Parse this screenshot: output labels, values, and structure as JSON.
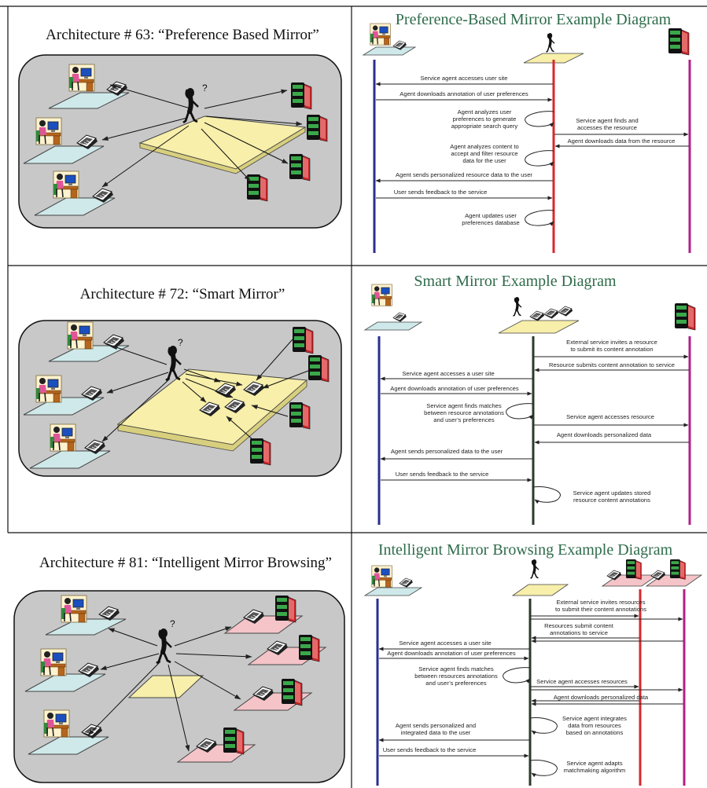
{
  "colors": {
    "title_green": "#2e6b4a",
    "user_line": "#2a2f8f",
    "service_line_red": "#d8282c",
    "service_line_dark": "#2c3a2c",
    "resource_line": "#b0208a",
    "platform_yellow": "#f7efaa",
    "platform_teal": "#cfe9ea",
    "platform_pink": "#f4c4c8",
    "panel_gray": "#c8c8c8"
  },
  "rows": [
    {
      "architecture_title": "Architecture # 63: “Preference Based Mirror”",
      "diagram_title": "Preference-Based Mirror Example Diagram",
      "messages": [
        "Service agent accesses user site",
        "Agent downloads annotation of user preferences",
        "Agent analyzes user",
        "preferences to generate",
        "appropriate search query",
        "Service agent finds and",
        "accesses the resource",
        "Agent downloads data from the resource",
        "Agent analyzes content to",
        "accept and filter resource",
        "data for the user",
        "Agent sends personalized resource data to the user",
        "User sends feedback to the service",
        "Agent updates user",
        "preferences database"
      ]
    },
    {
      "architecture_title": "Architecture # 72: “Smart Mirror”",
      "diagram_title": "Smart Mirror Example Diagram",
      "messages": [
        "External service invites a resource",
        "to submit its content annotation",
        "Resource submits content annotation to service",
        "Service agent accesses a user site",
        "Agent downloads annotation of user preferences",
        "Service agent finds matches",
        "between resource annotations",
        "and user’s preferences",
        "Service agent accesses resource",
        "Agent downloads personalized data",
        "Agent sends personalized data to the user",
        "User sends feedback to the service",
        "Service agent updates stored",
        "resource content annotations"
      ]
    },
    {
      "architecture_title": "Architecture # 81: “Intelligent Mirror Browsing”",
      "diagram_title": "Intelligent Mirror Browsing Example Diagram",
      "messages": [
        "External service invites resources",
        "to submit their content annotations",
        "Resources submit content",
        "annotations to service",
        "Service agent accesses a user site",
        "Agent downloads annotation of user preferences",
        "Service agent finds matches",
        "between resources annotations",
        "and user’s preferences",
        "Service agent accesses resources",
        "Agent downloads personalized data",
        "Agent sends personalized and",
        "integrated data to the user",
        "Service agent integrates",
        "data from resources",
        "based on annotations",
        "User sends feedback to the service",
        "Service agent adapts",
        "matchmaking algorithm"
      ]
    }
  ]
}
